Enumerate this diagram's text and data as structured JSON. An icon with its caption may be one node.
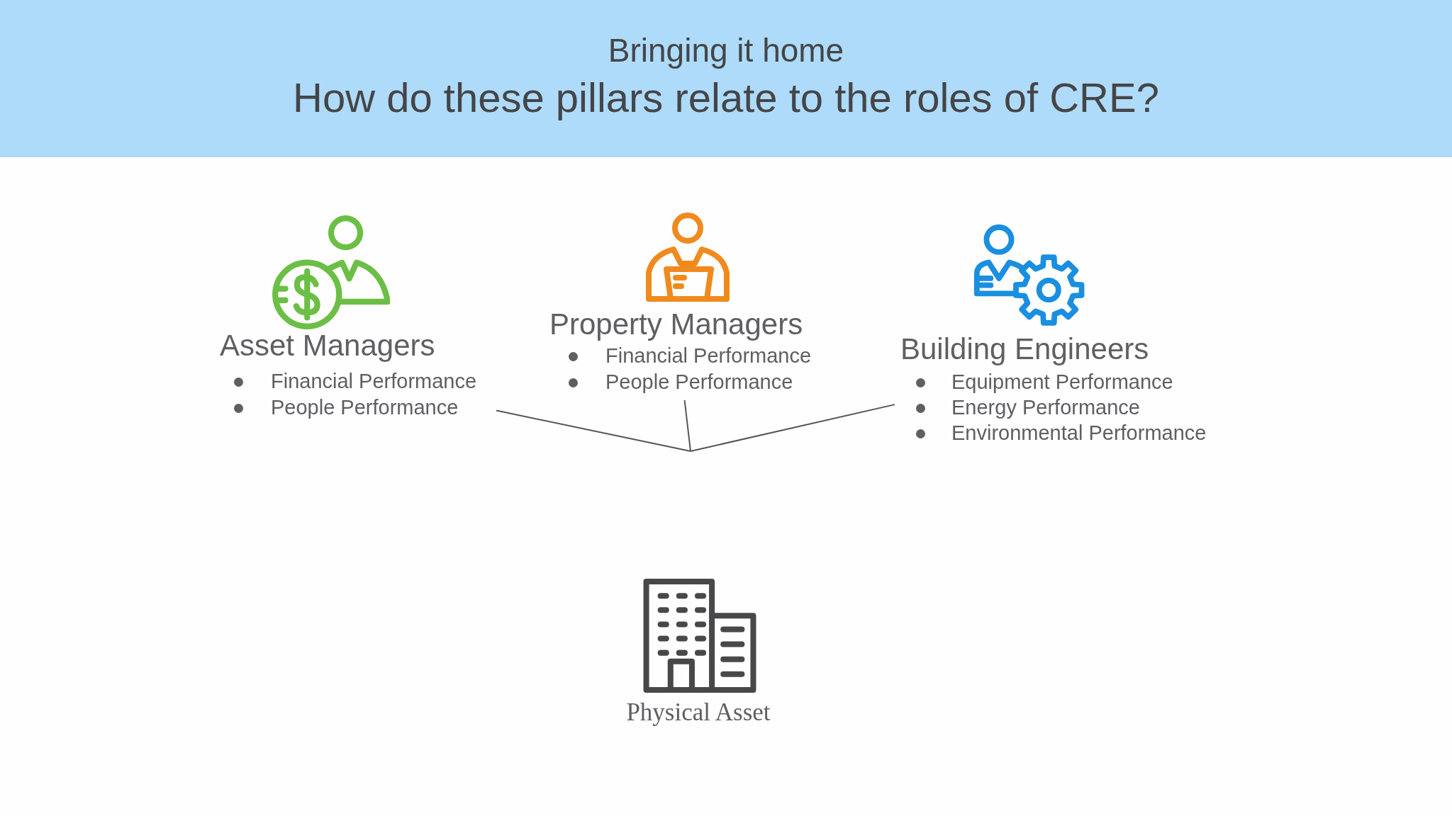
{
  "diagram": {
    "title": "Bringing it home",
    "nodes": [
      {
        "text": [
          "Asset Managers",
          "Financial Performance",
          "People Performance"
        ]
      },
      {
        "text": [
          "Property Managers",
          "Financial Performance",
          "People Performance"
        ]
      },
      {
        "text": [
          "Building Engineers",
          "Equipment Performance",
          "Energy Performance",
          "Environmental Performance"
        ]
      },
      {
        "text": [
          "Physical Asset"
        ]
      }
    ],
    "edges": [
      {
        "from": 0,
        "to": null,
        "arrow": "none"
      },
      {
        "from": 1,
        "to": null,
        "arrow": "none"
      },
      {
        "from": 2,
        "to": null,
        "arrow": "none"
      }
    ],
    "labels": [
      "How do these pillars relate to the roles of CRE?"
    ]
  }
}
